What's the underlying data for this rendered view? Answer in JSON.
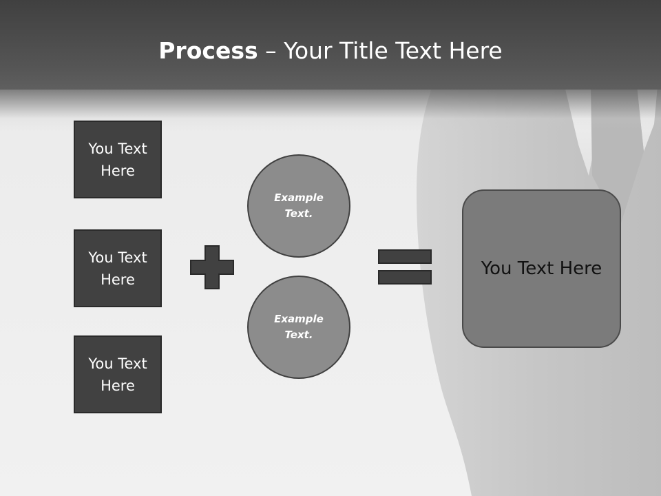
{
  "title": {
    "bold": "Process",
    "rest": " – Your Title Text Here"
  },
  "boxes": [
    {
      "label": "You Text Here"
    },
    {
      "label": "You Text Here"
    },
    {
      "label": "You Text Here"
    }
  ],
  "circles": [
    {
      "label": "Example Text."
    },
    {
      "label": "Example Text."
    }
  ],
  "result": {
    "label": "You Text Here"
  },
  "icons": {
    "plus": "plus-icon",
    "equals": "equals-icon"
  },
  "colors": {
    "header": "#4a4a4a",
    "box": "#414141",
    "circle": "#8c8c8c",
    "result": "#7b7b7b"
  }
}
